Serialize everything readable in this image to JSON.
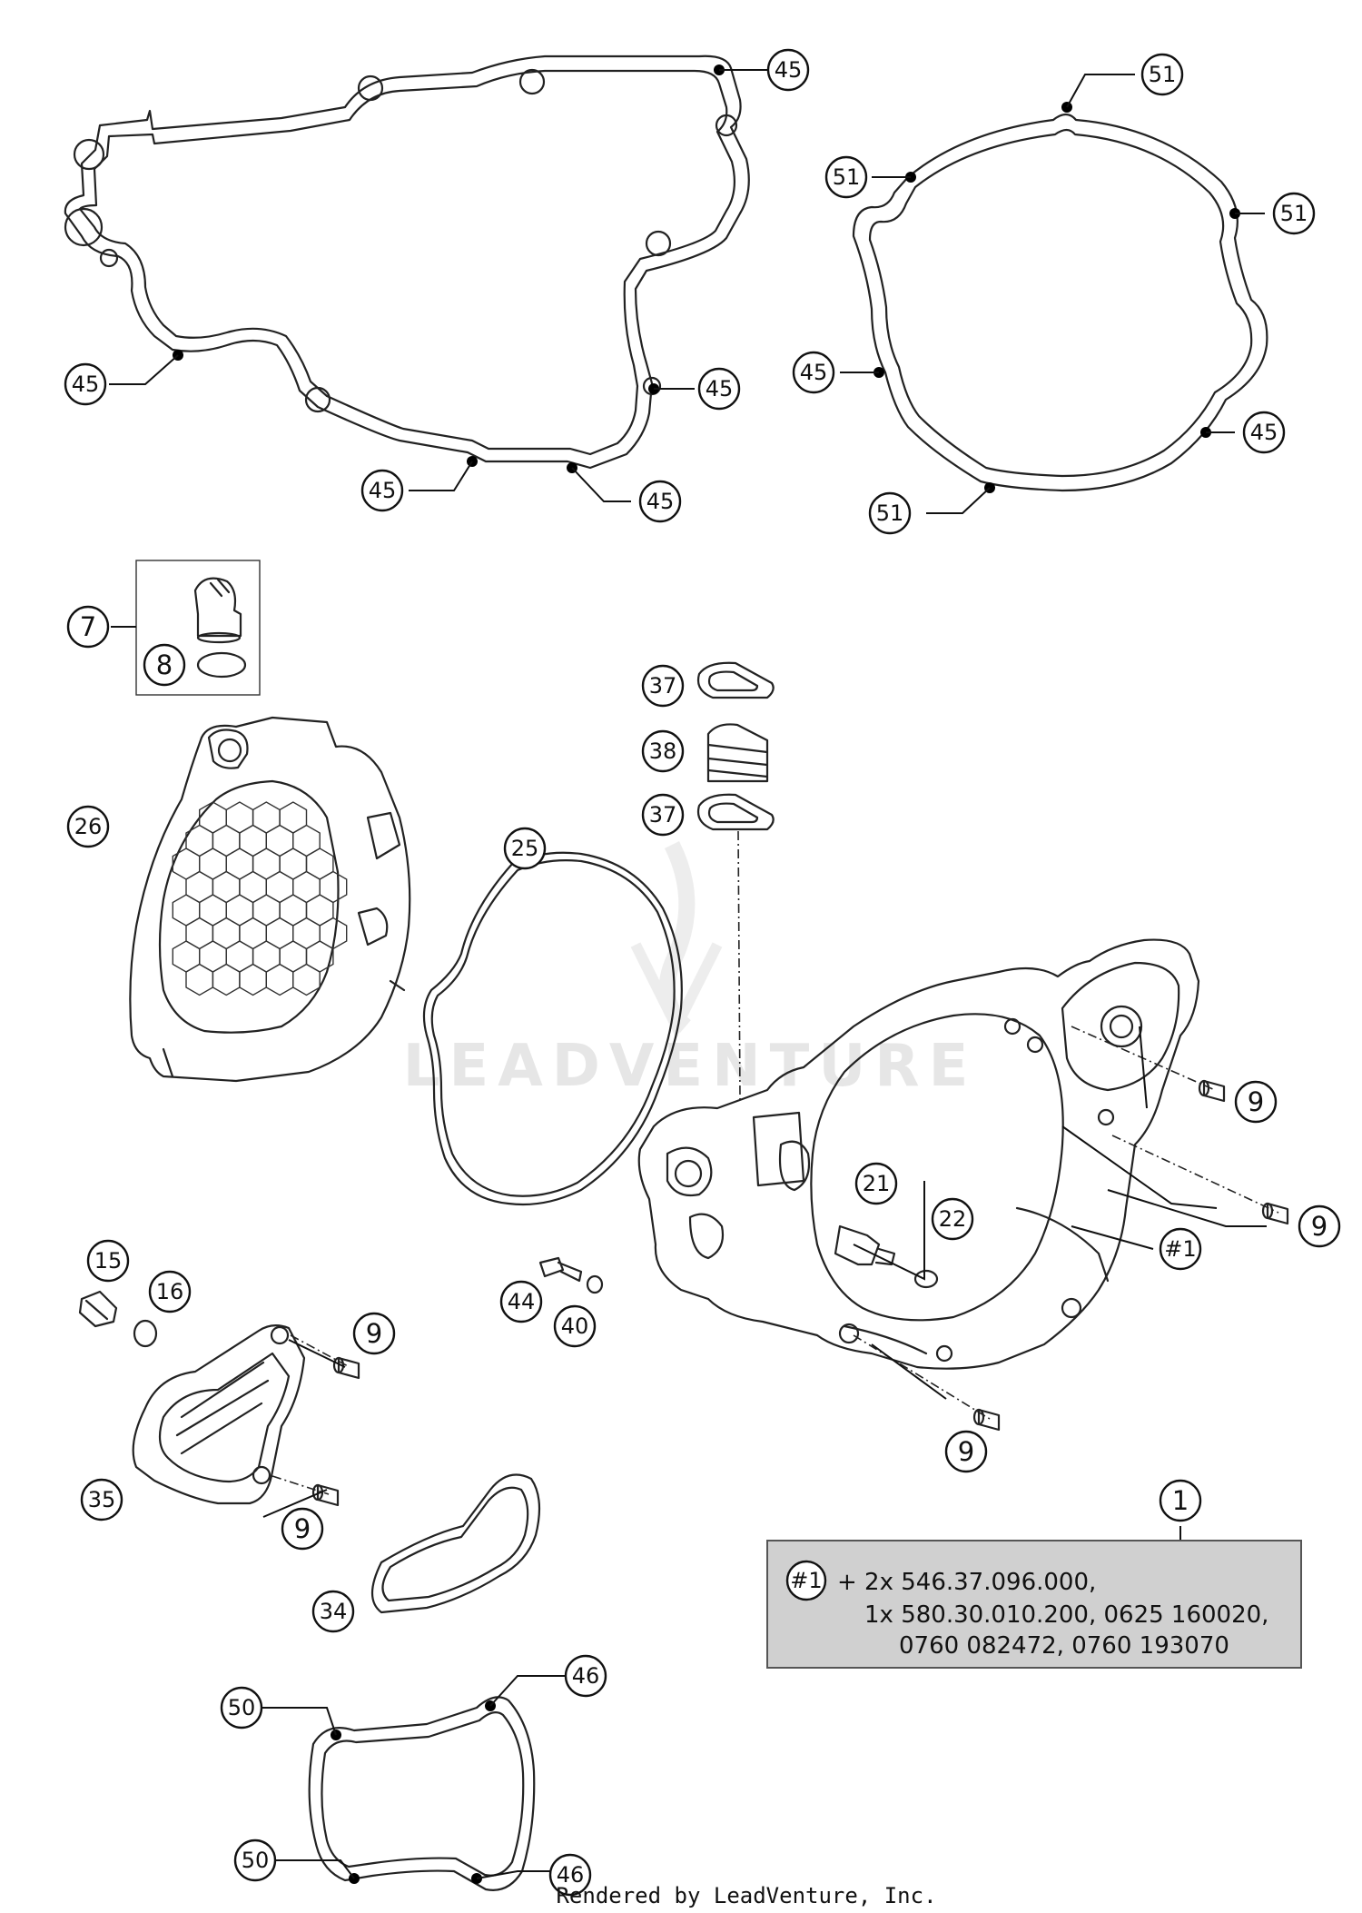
{
  "watermark": "LEADVENTURE",
  "footer": "Rendered by LeadVenture, Inc.",
  "callouts": [
    {
      "label": "45"
    },
    {
      "label": "45"
    },
    {
      "label": "45"
    },
    {
      "label": "45"
    },
    {
      "label": "45"
    },
    {
      "label": "51"
    },
    {
      "label": "51"
    },
    {
      "label": "51"
    },
    {
      "label": "45"
    },
    {
      "label": "45"
    },
    {
      "label": "51"
    },
    {
      "label": "7"
    },
    {
      "label": "8"
    },
    {
      "label": "26"
    },
    {
      "label": "25"
    },
    {
      "label": "37"
    },
    {
      "label": "38"
    },
    {
      "label": "37"
    },
    {
      "label": "9"
    },
    {
      "label": "9"
    },
    {
      "label": "21"
    },
    {
      "label": "22"
    },
    {
      "label": "#1"
    },
    {
      "label": "15"
    },
    {
      "label": "16"
    },
    {
      "label": "9"
    },
    {
      "label": "44"
    },
    {
      "label": "40"
    },
    {
      "label": "35"
    },
    {
      "label": "9"
    },
    {
      "label": "9"
    },
    {
      "label": "34"
    },
    {
      "label": "1"
    },
    {
      "label": "50"
    },
    {
      "label": "46"
    },
    {
      "label": "50"
    },
    {
      "label": "46"
    }
  ],
  "note": {
    "ref": "#1",
    "line1": "+ 2x 546.37.096.000,",
    "line2": "1x 580.30.010.200, 0625 160020,",
    "line3": "0760 082472, 0760 193070"
  }
}
